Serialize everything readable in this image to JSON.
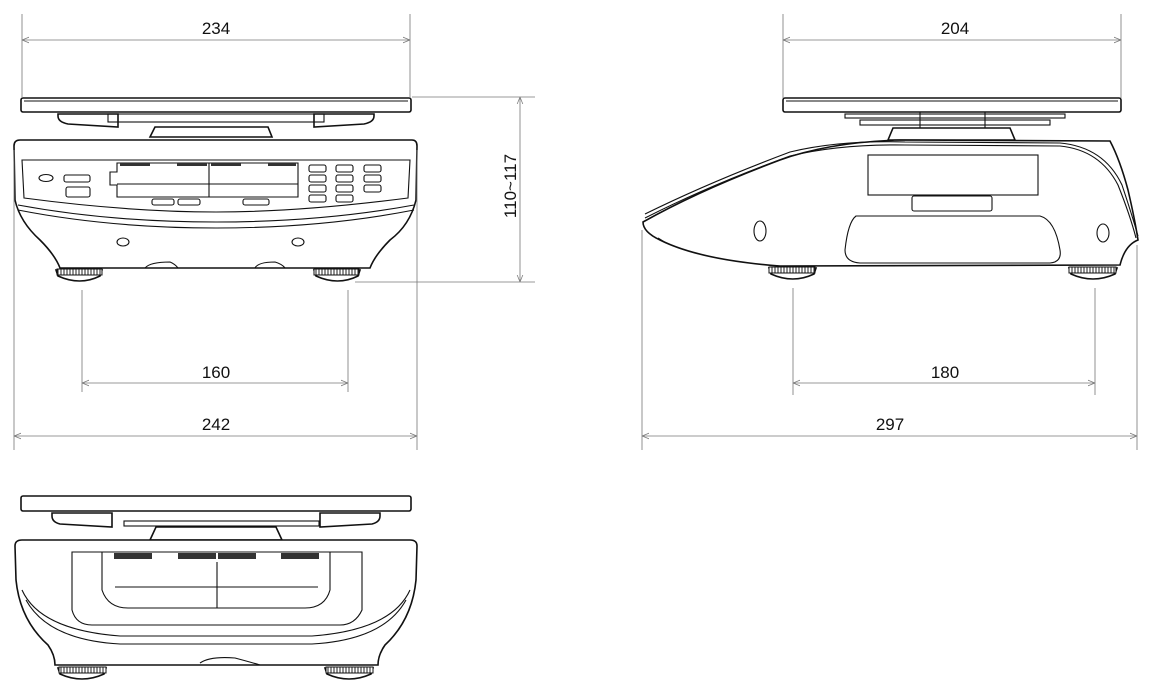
{
  "drawing": {
    "front_view": {
      "dimensions": {
        "platter_width": "234",
        "height": "110~117",
        "foot_spacing": "160",
        "overall_width": "242"
      }
    },
    "side_view": {
      "dimensions": {
        "platter_depth": "204",
        "foot_spacing": "180",
        "overall_depth": "297"
      }
    },
    "rear_view": {}
  }
}
